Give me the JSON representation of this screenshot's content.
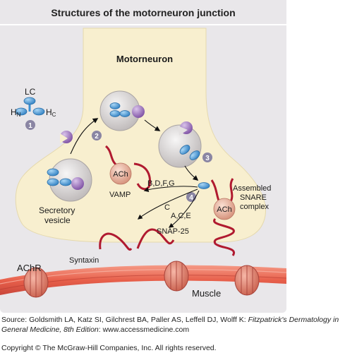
{
  "figure": {
    "title": "Structures of the motorneuron junction",
    "labels": {
      "motorneuron": "Motorneuron",
      "lc": "LC",
      "hn_main": "H",
      "hn_sub": "N",
      "hc_main": "H",
      "hc_sub": "C",
      "secretory_line1": "Secretory",
      "secretory_line2": "vesicle",
      "ach_vesicle": "ACh",
      "ach_complex": "ACh",
      "vamp": "VAMP",
      "serotypes_bdfg": "B,D,F,G",
      "serotype_c": "C",
      "serotypes_ace": "A,C,E",
      "snap25": "SNAP-25",
      "syntaxin": "Syntaxin",
      "assembled_line1": "Assembled",
      "assembled_line2": "SNARE",
      "assembled_line3": "complex",
      "achr": "AChR",
      "muscle": "Muscle"
    },
    "steps": [
      "1",
      "2",
      "3",
      "4"
    ]
  },
  "colors": {
    "neuron_fill": "#f8efcf",
    "vesicle_fill": "#e4e1e1",
    "blue_protein": "#3b8fd0",
    "purple_protein": "#9a6fb8",
    "ach_sphere": "#e9b39e",
    "snare_red": "#b01a30",
    "muscle": "#e86a55",
    "step_circle": "#8a85a3"
  },
  "source": {
    "prefix": "Source: Goldsmith LA, Katz SI, Gilchrest BA, Paller AS, Leffell DJ, Wolff K: ",
    "book": "Fitzpatrick's Dermatology in General Medicine, 8th Edition",
    "suffix": ": www.accessmedicine.com"
  },
  "copyright": "Copyright © The McGraw-Hill Companies, Inc. All rights reserved."
}
